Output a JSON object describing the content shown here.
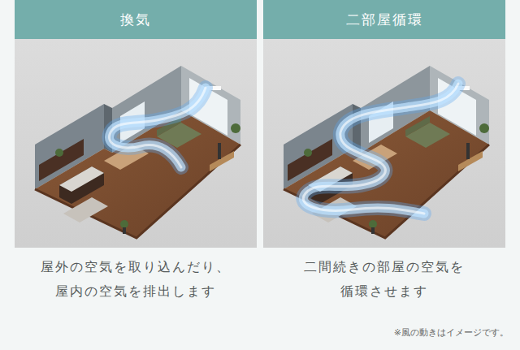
{
  "diagram": {
    "nodes": [
      {
        "text": [
          "換気"
        ]
      },
      {
        "text": [
          "二部屋循環"
        ]
      }
    ],
    "labels": [
      "屋外の空気を取り込んだり、 屋内の空気を排出します",
      "二間続きの部屋の空気を 循環させます",
      "※風の動きはイメージです。"
    ]
  }
}
